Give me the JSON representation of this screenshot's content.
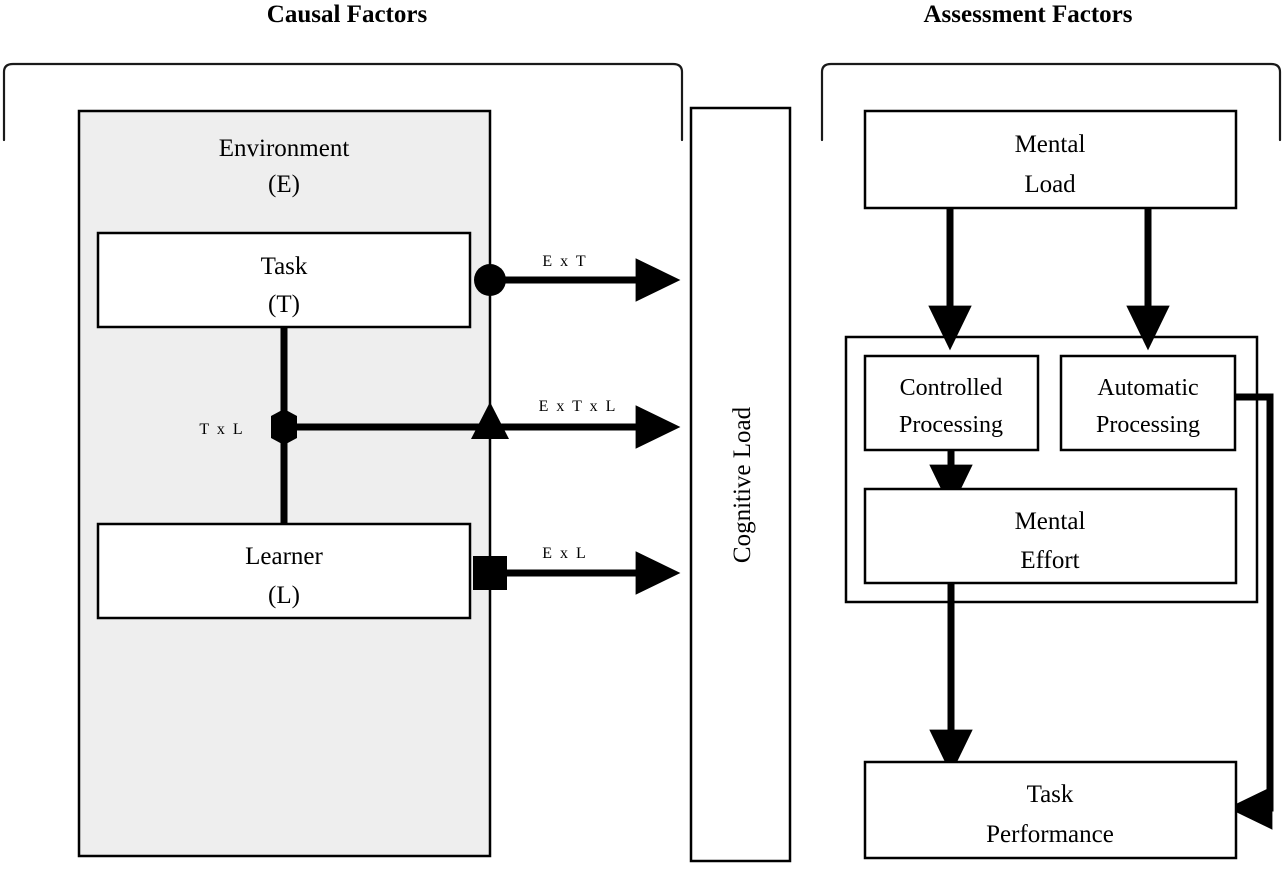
{
  "titles": {
    "left": "Causal Factors",
    "right": "Assessment Factors"
  },
  "causal": {
    "environment": {
      "line1": "Environment",
      "line2": "(E)"
    },
    "task": {
      "line1": "Task",
      "line2": "(T)"
    },
    "learner": {
      "line1": "Learner",
      "line2": "(L)"
    },
    "interaction_label": "T x L",
    "arrows": [
      {
        "label": "E x T",
        "marker": "circle"
      },
      {
        "label": "E x T x L",
        "marker": "triangle"
      },
      {
        "label": "E x L",
        "marker": "square"
      }
    ]
  },
  "cognitive_load": {
    "label": "Cognitive Load"
  },
  "assessment": {
    "mental_load": {
      "line1": "Mental",
      "line2": "Load"
    },
    "controlled_processing": {
      "line1": "Controlled",
      "line2": "Processing"
    },
    "automatic_processing": {
      "line1": "Automatic",
      "line2": "Processing"
    },
    "mental_effort": {
      "line1": "Mental",
      "line2": "Effort"
    },
    "task_performance": {
      "line1": "Task",
      "line2": "Performance"
    }
  },
  "colors": {
    "stroke": "#000000",
    "environment_fill": "#eeeeee",
    "box_fill": "#ffffff",
    "background": "#ffffff"
  }
}
